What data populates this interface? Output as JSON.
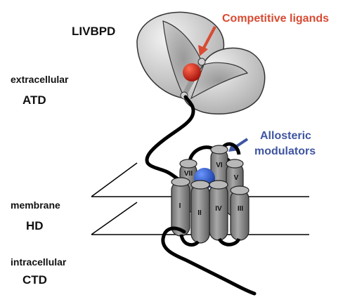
{
  "labels": {
    "livbpd": "LIVBPD",
    "competitive": "Competitive ligands",
    "extracellular": "extracellular",
    "atd": "ATD",
    "allosteric_line1": "Allosteric",
    "allosteric_line2": "modulators",
    "membrane": "membrane",
    "hd": "HD",
    "intracellular": "intracellular",
    "ctd": "CTD"
  },
  "helices": [
    "I",
    "II",
    "III",
    "IV",
    "V",
    "VI",
    "VII"
  ],
  "colors": {
    "competitive_text": "#d84a32",
    "competitive_ligand": "#c82a1e",
    "allosteric_text": "#3f55a0",
    "allosteric_modulator": "#2a5ac8",
    "lobe_fill": "#d4d4d4",
    "helix_fill": "#8c8c8c",
    "chain": "#000000"
  }
}
